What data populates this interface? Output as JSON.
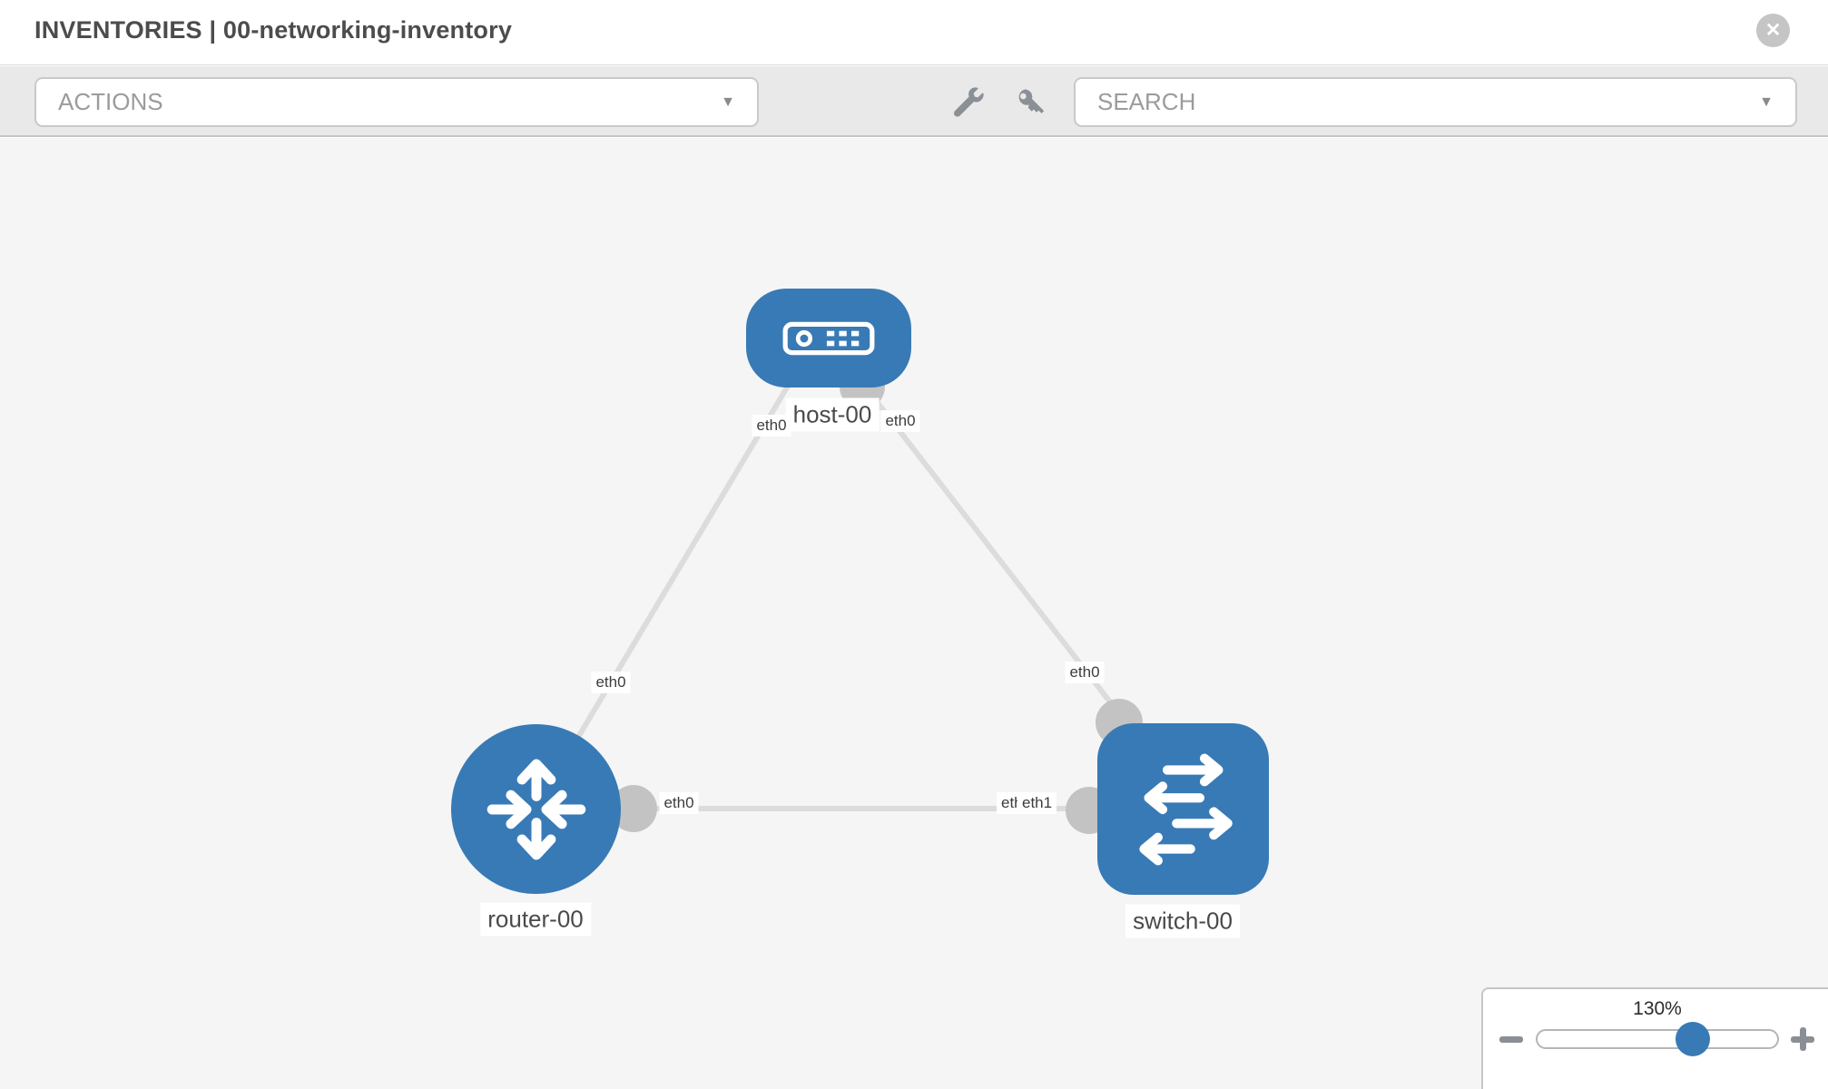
{
  "header": {
    "title": "INVENTORIES | 00-networking-inventory",
    "close_glyph": "✕"
  },
  "toolbar": {
    "actions_label": "ACTIONS",
    "search_label": "SEARCH",
    "caret_glyph": "▼",
    "icon_names": [
      "wrench-icon",
      "key-icon"
    ]
  },
  "topology": {
    "nodes": [
      {
        "id": "host-00",
        "label": "host-00",
        "type": "host"
      },
      {
        "id": "router-00",
        "label": "router-00",
        "type": "router"
      },
      {
        "id": "switch-00",
        "label": "switch-00",
        "type": "switch"
      }
    ],
    "links": [
      {
        "from": "host-00",
        "to": "router-00",
        "from_interface": "eth0",
        "to_interface": "eth0"
      },
      {
        "from": "host-00",
        "to": "switch-00",
        "from_interface": "eth0",
        "to_interface": "eth0"
      },
      {
        "from": "router-00",
        "to": "switch-00",
        "from_interface": "eth0",
        "to_interface": "eth1"
      }
    ],
    "iface_labels": {
      "hr_host": "eth0",
      "hr_mid": "eth0",
      "hs_host": "eth0",
      "hs_mid": "eth0",
      "rs_router": "eth0",
      "rs_switch_back": "eth0",
      "rs_switch_front": "eth1"
    }
  },
  "zoom_control": {
    "value": "130%"
  },
  "colors": {
    "node_blue": "#387ab5",
    "link_gray": "#dcdcdc",
    "connector_gray": "#c3c3c3",
    "canvas_bg": "#f5f5f5",
    "toolbar_bg": "#e9e9e9"
  }
}
